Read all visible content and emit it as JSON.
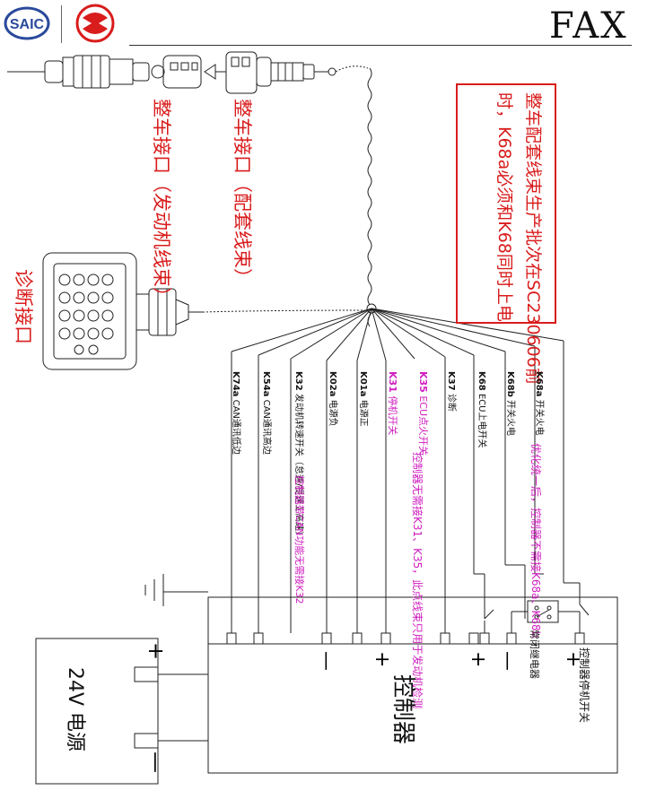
{
  "header": {
    "logo_text": "SAIC",
    "fax_text": "FAX"
  },
  "connectors": {
    "vehicle_harness_label": "整车接口（配套线束）",
    "engine_harness_label": "整车接口（发动机线束）",
    "diagnostic_label": "诊断接口"
  },
  "notice": {
    "line1": "整车配套线束生产批次在SC230606前",
    "line2": "时，K68a必须和K68同时上电"
  },
  "wires": [
    {
      "code": "K68a",
      "text": "开关火电"
    },
    {
      "code": "K68b",
      "text": "开关火电"
    },
    {
      "code": "K68",
      "text": "ECU上电开关"
    },
    {
      "code": "K37",
      "text": "诊断"
    },
    {
      "code": "K35",
      "text": "ECU点火开关"
    },
    {
      "code": "K31",
      "text": "停机开关"
    },
    {
      "code": "K01a",
      "text": "电源正"
    },
    {
      "code": "K02a",
      "text": "电源负"
    },
    {
      "code": "K32",
      "text": "发动机转速开关（怠速/提速上高速）"
    },
    {
      "code": "K54a",
      "text": "CAN通讯高边"
    },
    {
      "code": "K74a",
      "text": "CAN通讯低边"
    }
  ],
  "annotations": {
    "ann_k68": "优化统一后，控制器不需接K68a、K68b",
    "ann_k35": "控制器无需接K31、K35，此点线束只用于发动机检测",
    "ann_k32": "控制器带CAN功能无需接K32"
  },
  "controller": {
    "label": "控制器",
    "relay_label": "常闭继电器",
    "stop_switch_label": "控制器停机开关",
    "plus": "+",
    "minus": "—"
  },
  "power": {
    "label": "24V 电源",
    "plus": "+",
    "minus": "—"
  },
  "colors": {
    "red": "#d91c1c",
    "magenta": "#d020c0",
    "line": "#222222"
  }
}
